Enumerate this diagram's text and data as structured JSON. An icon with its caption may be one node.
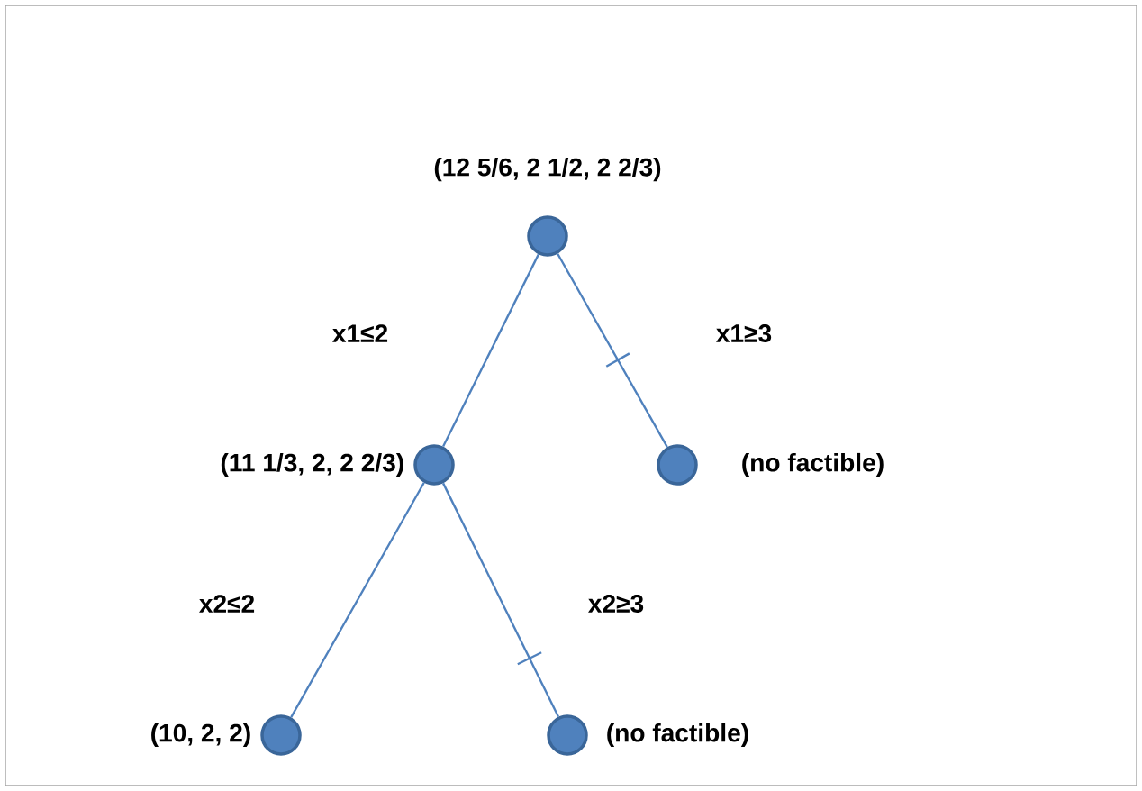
{
  "diagram": {
    "nodes": [
      {
        "text": [],
        "shape": "circle",
        "beside": [
          "(12 5/6,  2 1/2,  2 2/3)"
        ]
      },
      {
        "text": [],
        "shape": "circle",
        "beside": [
          "(11  1/3,  2,  2 2/3)"
        ]
      },
      {
        "text": [],
        "shape": "circle",
        "beside": [
          "(no factible)"
        ]
      },
      {
        "text": [],
        "shape": "circle",
        "beside": [
          "(10,  2,  2)"
        ]
      },
      {
        "text": [],
        "shape": "circle",
        "beside": [
          "(no factible)"
        ]
      }
    ],
    "edges": [
      {
        "from": 0,
        "to": 1,
        "arrow": "none",
        "label": "x1≤2"
      },
      {
        "from": 0,
        "to": 2,
        "arrow": "none",
        "label": "x1≥3"
      },
      {
        "from": 1,
        "to": 3,
        "arrow": "none",
        "label": "x2≤2"
      },
      {
        "from": 1,
        "to": 4,
        "arrow": "none",
        "label": "x2≥3"
      }
    ]
  }
}
